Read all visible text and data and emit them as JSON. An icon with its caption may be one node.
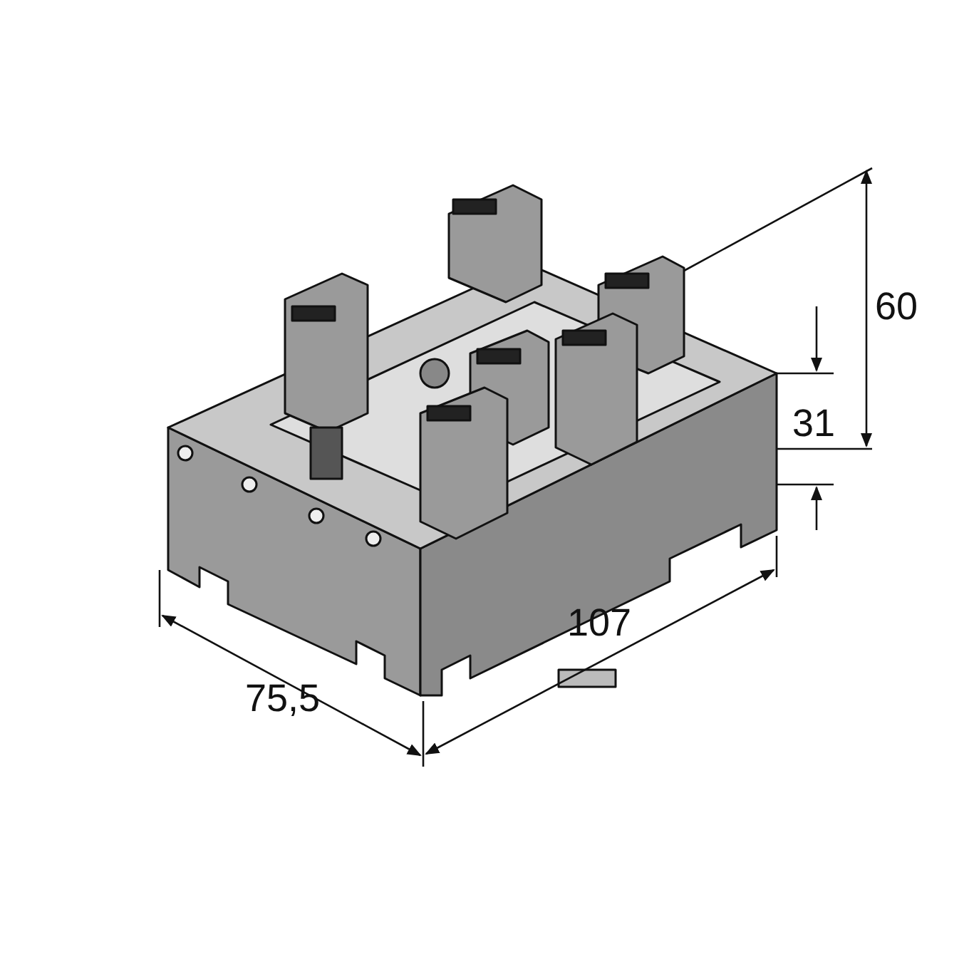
{
  "diagram": {
    "labels": [
      "60",
      "31",
      "75,5",
      "107"
    ]
  }
}
